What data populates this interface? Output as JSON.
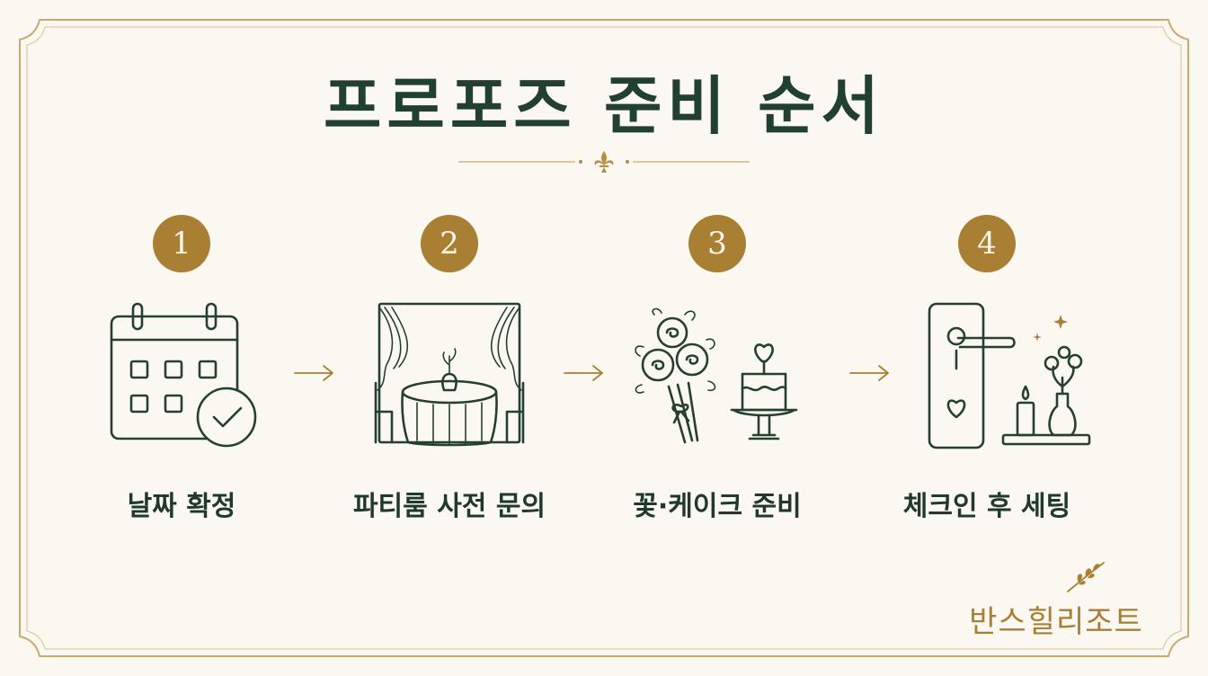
{
  "title": "프로포즈 준비 순서",
  "steps": [
    {
      "number": "1",
      "label": "날짜 확정",
      "icon": "calendar-check-icon"
    },
    {
      "number": "2",
      "label": "파티룸 사전 문의",
      "icon": "party-room-table-icon"
    },
    {
      "number": "3",
      "label": "꽃·케이크 준비",
      "icon": "flowers-cake-icon"
    },
    {
      "number": "4",
      "label": "체크인 후 세팅",
      "icon": "door-candle-vase-icon"
    }
  ],
  "brand": "반스힐리조트",
  "colors": {
    "accent": "#a87f33",
    "ink": "#21402f",
    "background": "#fbf8f2"
  }
}
